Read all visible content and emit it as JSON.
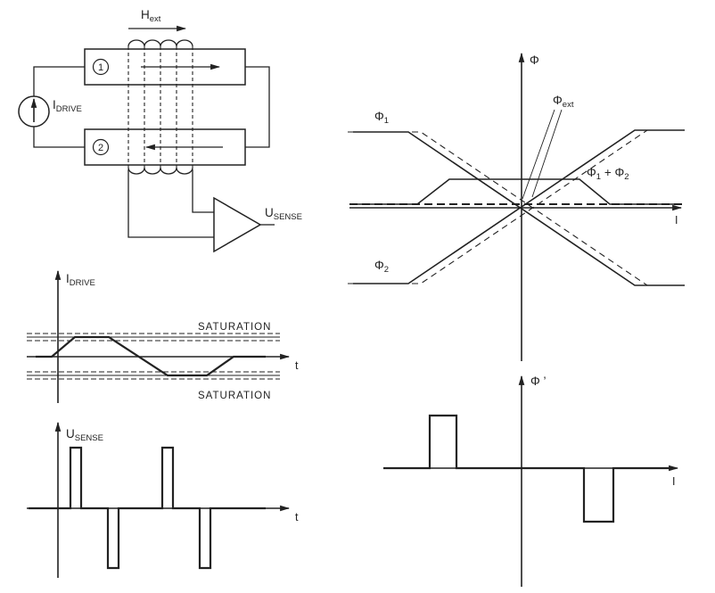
{
  "colors": {
    "ink": "#222222",
    "background": "#ffffff"
  },
  "schematic": {
    "h_ext": {
      "main": "H",
      "sub": "ext"
    },
    "core1_label": "1",
    "core2_label": "2",
    "i_drive": {
      "main": "I",
      "sub": "DRIVE"
    },
    "u_sense": {
      "main": "U",
      "sub": "SENSE"
    }
  },
  "flux_graph": {
    "y_axis_label": "Φ",
    "x_axis_label": "I",
    "phi1_label": {
      "main": "Φ",
      "sub": "1"
    },
    "phi2_label": {
      "main": "Φ",
      "sub": "2"
    },
    "phi_ext_label": {
      "main": "Φ",
      "sub": "ext"
    },
    "phi_sum_label": {
      "a": "Φ",
      "b": "1",
      "c": " + Φ",
      "d": "2"
    },
    "curves": {
      "phi1_solid": [
        [
          396,
          148
        ],
        [
          458,
          148
        ],
        [
          712,
          320
        ],
        [
          768,
          320
        ]
      ],
      "phi1_dashed": [
        [
          390,
          148
        ],
        [
          472,
          148
        ],
        [
          726,
          320
        ],
        [
          768,
          320
        ]
      ],
      "phi2_solid": [
        [
          396,
          318
        ],
        [
          458,
          318
        ],
        [
          712,
          146
        ],
        [
          768,
          146
        ]
      ],
      "phi2_dashed": [
        [
          390,
          318
        ],
        [
          472,
          318
        ],
        [
          726,
          146
        ],
        [
          768,
          146
        ]
      ],
      "sum_solid": [
        [
          396,
          229
        ],
        [
          468,
          229
        ],
        [
          504,
          201
        ],
        [
          650,
          201
        ],
        [
          684,
          229
        ],
        [
          762,
          229
        ]
      ],
      "zero_dashed": [
        [
          392,
          229
        ],
        [
          768,
          229
        ]
      ]
    }
  },
  "idrive_graph": {
    "y_axis_label": {
      "main": "I",
      "sub": "DRIVE"
    },
    "x_axis_label": "t",
    "saturation_top_label": "SATURATION",
    "saturation_bottom_label": "SATURATION",
    "waveform": [
      [
        40,
        400
      ],
      [
        58,
        400
      ],
      [
        84,
        378
      ],
      [
        122,
        378
      ],
      [
        188,
        421
      ],
      [
        232,
        421
      ],
      [
        262,
        400
      ],
      [
        298,
        400
      ]
    ]
  },
  "usense_graph": {
    "y_axis_label": {
      "main": "U",
      "sub": "SENSE"
    },
    "x_axis_label": "t",
    "waveform": [
      [
        32,
        570
      ],
      [
        79,
        570
      ],
      [
        79,
        502
      ],
      [
        91,
        502
      ],
      [
        91,
        570
      ],
      [
        121,
        570
      ],
      [
        121,
        637
      ],
      [
        133,
        637
      ],
      [
        133,
        570
      ],
      [
        182,
        570
      ],
      [
        182,
        502
      ],
      [
        194,
        502
      ],
      [
        194,
        570
      ],
      [
        224,
        570
      ],
      [
        224,
        637
      ],
      [
        236,
        637
      ],
      [
        236,
        570
      ],
      [
        298,
        570
      ]
    ]
  },
  "phiprime_graph": {
    "y_axis_label": "Φ ’",
    "x_axis_label": "I",
    "waveform": [
      [
        430,
        525
      ],
      [
        482,
        525
      ],
      [
        482,
        466
      ],
      [
        512,
        466
      ],
      [
        512,
        525
      ],
      [
        655,
        525
      ],
      [
        655,
        585
      ],
      [
        688,
        585
      ],
      [
        688,
        525
      ],
      [
        758,
        525
      ]
    ]
  }
}
